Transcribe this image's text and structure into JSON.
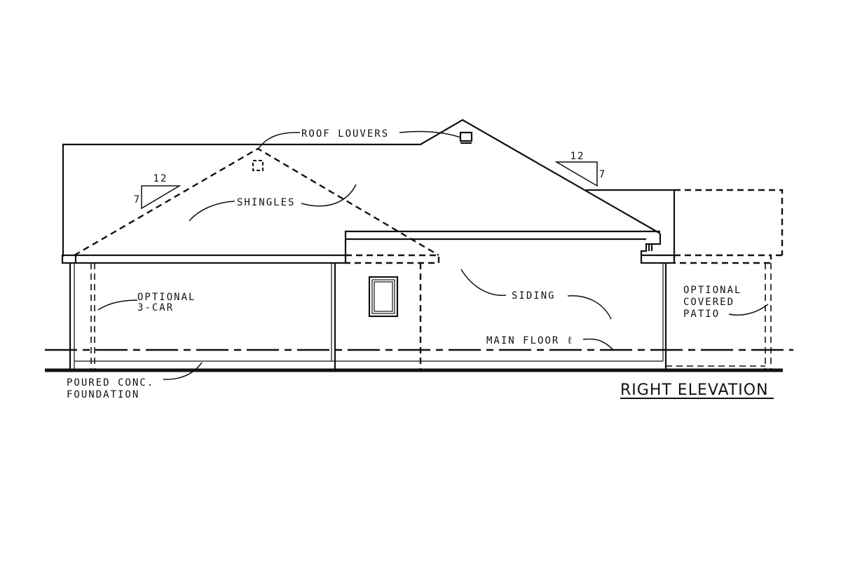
{
  "drawing": {
    "title": "RIGHT ELEVATION",
    "background": "#ffffff",
    "line_color": "#111111",
    "labels": {
      "roof_louvers": "ROOF LOUVERS",
      "shingles": "SHINGLES",
      "optional_3car_line1": "OPTIONAL",
      "optional_3car_line2": "3-CAR",
      "siding": "SIDING",
      "main_floor": "MAIN FLOOR ℓ",
      "foundation_line1": "POURED CONC.",
      "foundation_line2": "FOUNDATION",
      "patio_line1": "OPTIONAL",
      "patio_line2": "COVERED",
      "patio_line3": "PATIO"
    },
    "pitch_left": {
      "run": "12",
      "rise": "7"
    },
    "pitch_right": {
      "run": "12",
      "rise": "7"
    }
  }
}
